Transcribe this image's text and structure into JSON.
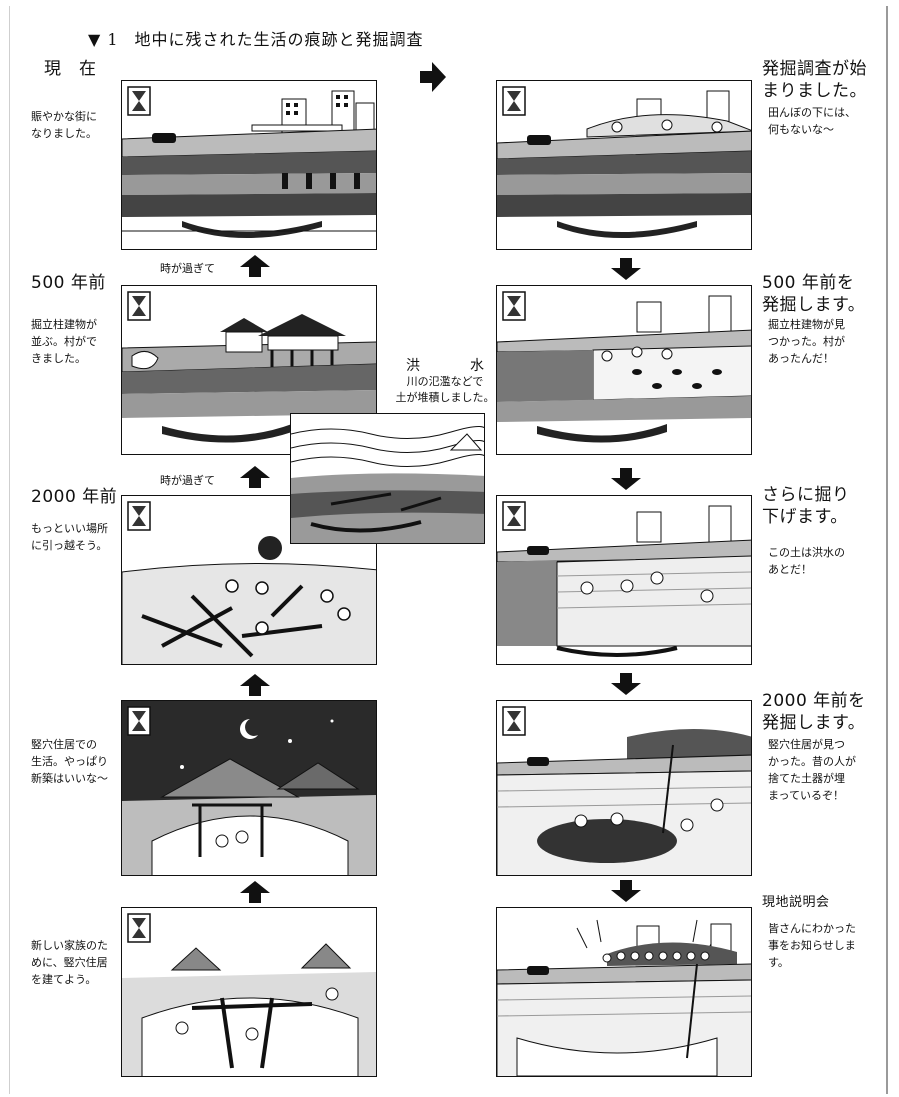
{
  "title": "地中に残された生活の痕跡と発掘調査",
  "title_number": "1",
  "left": {
    "headings": [
      "現　在",
      "500 年前",
      "2000 年前"
    ],
    "captions": [
      "賑やかな街に\nなりました。",
      "掘立柱建物が\n並ぶ。村がで\nきました。",
      "もっといい場所\nに引っ越そう。",
      "竪穴住居での\n生活。やっぱり\n新築はいいな～",
      "新しい家族のた\nめに、竪穴住居\nを建てよう。"
    ],
    "time_passes": [
      "時が過ぎて",
      "時が過ぎて"
    ]
  },
  "right": {
    "headings": [
      "発掘調査が始\nまりました。",
      "500 年前を\n発掘します。",
      "さらに掘り\n下げます。",
      "2000 年前を\n発掘します。",
      "現地説明会"
    ],
    "captions": [
      "田んぼの下には、\n何もないな～",
      "掘立柱建物が見\nつかった。村が\nあったんだ！",
      "この土は洪水の\nあとだ！",
      "竪穴住居が見つ\nかった。昔の人が\n捨てた土器が埋\nまっているぞ！",
      "皆さんにわかった\n事をお知らせしま\nす。"
    ]
  },
  "flood": {
    "title": "洪　水",
    "caption": "川の氾濫などで\n土が堆積しました。"
  },
  "colors": {
    "ink": "#111111",
    "soil_dark": "#3a3a3a",
    "soil_mid": "#8a8a8a",
    "soil_light": "#c8c8c8",
    "night": "#2a2a2a"
  }
}
